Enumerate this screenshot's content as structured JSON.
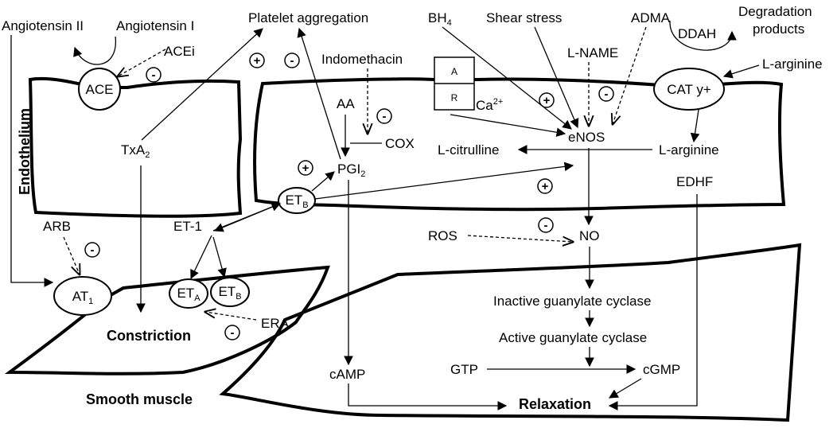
{
  "regions": {
    "endothelium": "Endothelium",
    "smooth_muscle": "Smooth muscle"
  },
  "receptors": {
    "ace": "ACE",
    "cat": "CAT y+",
    "at1_base": "AT",
    "at1_sub": "1",
    "etb_top_base": "ET",
    "etb_top_sub": "B",
    "eta_base": "ET",
    "eta_sub": "A",
    "etb_sm_base": "ET",
    "etb_sm_sub": "B",
    "channel_a": "A",
    "channel_r": "R"
  },
  "labels": {
    "angiotensin_ii": "Angiotensin II",
    "angiotensin_i": "Angiotensin I",
    "acei": "ACEi",
    "platelet": "Platelet aggregation",
    "bh4_base": "BH",
    "bh4_sub": "4",
    "shear": "Shear stress",
    "adma": "ADMA",
    "degradation_1": "Degradation",
    "degradation_2": "products",
    "ddah": "DDAH",
    "lname": "L-NAME",
    "larginine_out": "L-arginine",
    "indomethacin": "Indomethacin",
    "aa": "AA",
    "cox": "COX",
    "ca_base": "Ca",
    "ca_sup": "2+",
    "enos": "eNOS",
    "lcitrulline": "L-citrulline",
    "larginine_in": "L-arginine",
    "txa2_base": "TxA",
    "txa2_sub": "2",
    "pgi2_base": "PGI",
    "pgi2_sub": "2",
    "edhf": "EDHF",
    "arb": "ARB",
    "et1": "ET-1",
    "ros": "ROS",
    "no": "NO",
    "inactive_gc": "Inactive guanylate cyclase",
    "active_gc": "Active guanylate cyclase",
    "gtp": "GTP",
    "cgmp": "cGMP",
    "camp": "cAMP",
    "era": "ERA",
    "constriction": "Constriction",
    "relaxation": "Relaxation"
  },
  "signs": {
    "plus": "+",
    "minus": "-"
  }
}
